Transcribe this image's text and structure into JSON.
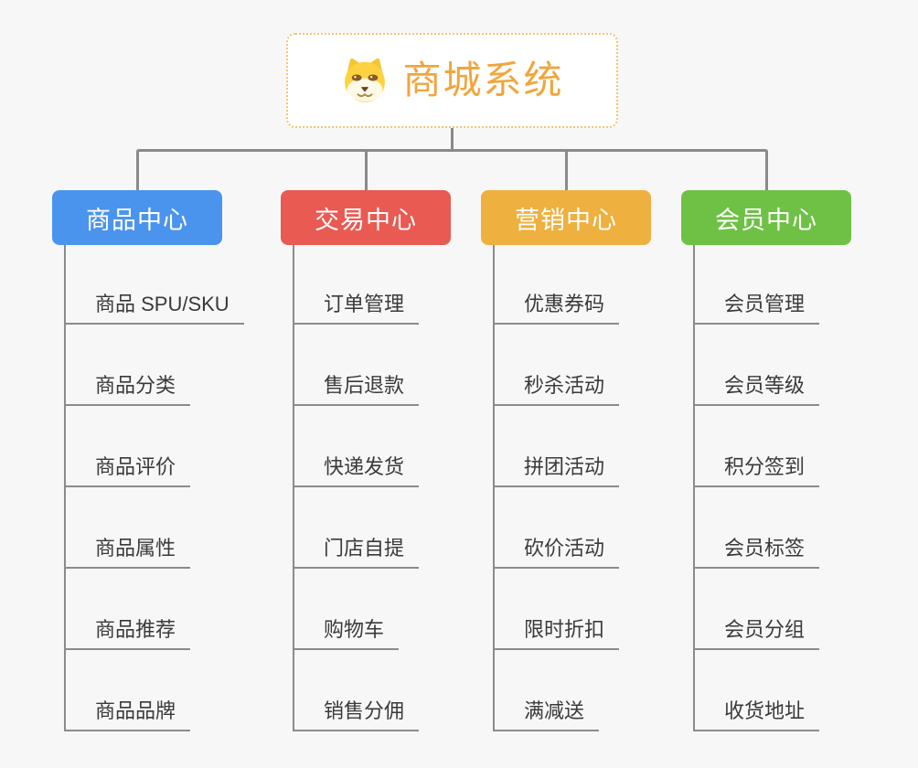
{
  "page": {
    "background_color": "#F7F7F7",
    "connector_color": "#8A8A8A"
  },
  "root": {
    "title": "商城系统",
    "icon": "dog-face-icon",
    "title_color": "#F0A63C",
    "border_color": "#F3C36C"
  },
  "branches": [
    {
      "label": "商品中心",
      "color": "#4B94ED",
      "items": [
        "商品 SPU/SKU",
        "商品分类",
        "商品评价",
        "商品属性",
        "商品推荐",
        "商品品牌"
      ]
    },
    {
      "label": "交易中心",
      "color": "#E95A52",
      "items": [
        "订单管理",
        "售后退款",
        "快递发货",
        "门店自提",
        "购物车",
        "销售分佣"
      ]
    },
    {
      "label": "营销中心",
      "color": "#EEB03E",
      "items": [
        "优惠券码",
        "秒杀活动",
        "拼团活动",
        "砍价活动",
        "限时折扣",
        "满减送"
      ]
    },
    {
      "label": "会员中心",
      "color": "#6EC145",
      "items": [
        "会员管理",
        "会员等级",
        "积分签到",
        "会员标签",
        "会员分组",
        "收货地址"
      ]
    }
  ]
}
